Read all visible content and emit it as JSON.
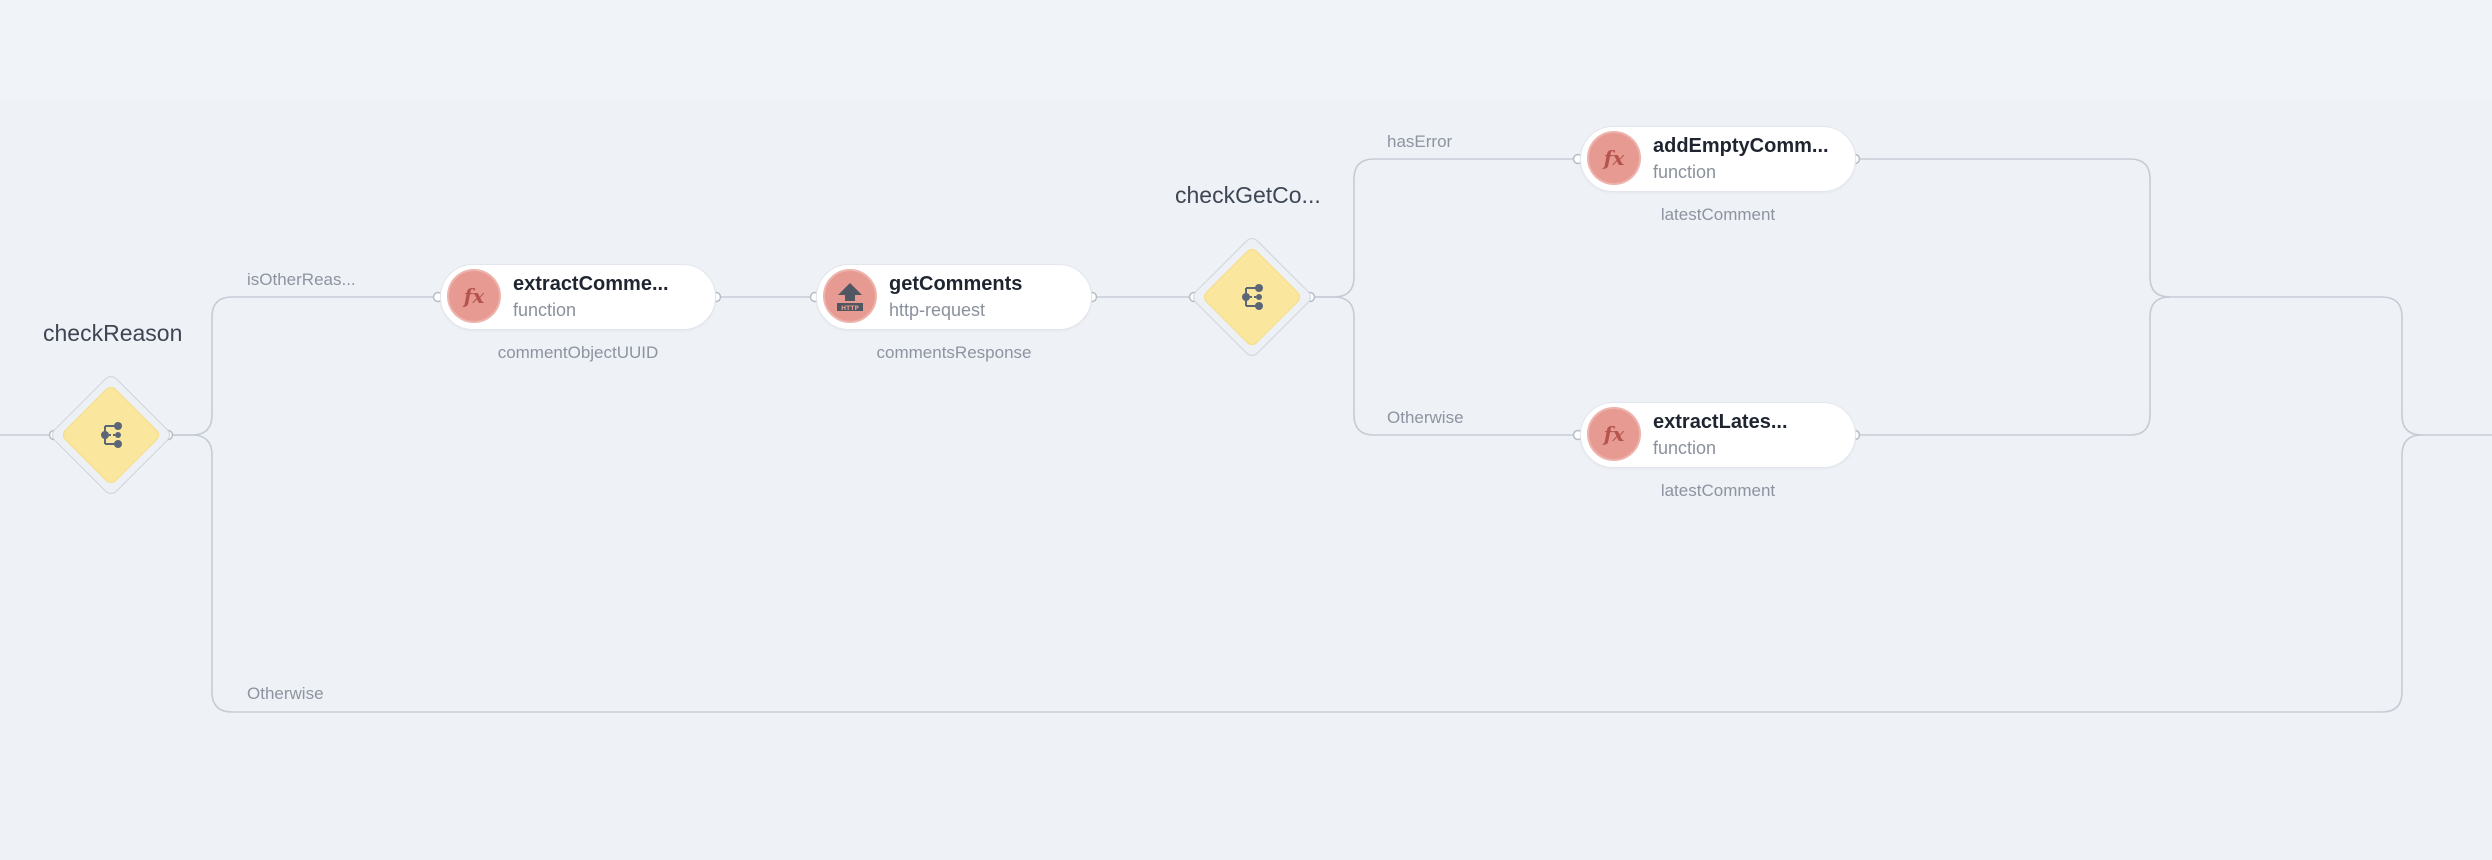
{
  "gateways": {
    "check_reason": {
      "title": "checkReason",
      "icon": "branch-icon"
    },
    "check_get_comments": {
      "title": "checkGetCo...",
      "icon": "branch-icon"
    }
  },
  "nodes": {
    "extract_comment": {
      "title": "extractComme...",
      "type": "function",
      "output": "commentObjectUUID",
      "icon": "function-icon"
    },
    "get_comments": {
      "title": "getComments",
      "type": "http-request",
      "output": "commentsResponse",
      "icon": "http-icon"
    },
    "add_empty_comment": {
      "title": "addEmptyComm...",
      "type": "function",
      "output": "latestComment",
      "icon": "function-icon"
    },
    "extract_latest": {
      "title": "extractLates...",
      "type": "function",
      "output": "latestComment",
      "icon": "function-icon"
    }
  },
  "icon_glyphs": {
    "function": "fx",
    "http": "HTTP"
  },
  "edges": {
    "is_other_reason": "isOtherReas...",
    "otherwise_outer": "Otherwise",
    "has_error": "hasError",
    "otherwise_inner": "Otherwise"
  },
  "colors": {
    "background": "#eef1f6",
    "wire": "#c6ccd5",
    "node_icon_bg": "#e79a92",
    "gateway_fill": "#fbe69d",
    "gateway_icon": "#5b6676"
  }
}
